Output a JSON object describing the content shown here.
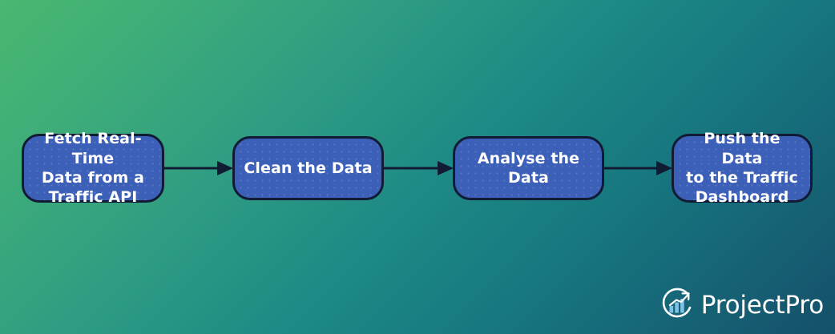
{
  "background": {
    "gradient_from": "#49b870",
    "gradient_mid": "#1e8a85",
    "gradient_to": "#15506b",
    "direction": "135deg"
  },
  "diagram": {
    "type": "horizontal-flowchart",
    "node_fill": "#3c60b8",
    "node_border": "#111b33",
    "node_text_color": "#ffffff",
    "connector_color": "#111b33",
    "nodes": [
      {
        "id": "fetch",
        "label": "Fetch Real-Time\nData from a\nTraffic API"
      },
      {
        "id": "clean",
        "label": "Clean the Data"
      },
      {
        "id": "analyse",
        "label": "Analyse the Data"
      },
      {
        "id": "push",
        "label": "Push the Data\nto the Traffic\nDashboard"
      }
    ],
    "connectors": [
      {
        "from": "fetch",
        "to": "clean",
        "style": "arrow-right"
      },
      {
        "from": "clean",
        "to": "analyse",
        "style": "arrow-right"
      },
      {
        "from": "analyse",
        "to": "push",
        "style": "arrow-right"
      }
    ]
  },
  "logo": {
    "text": "ProjectPro",
    "icon": "chart-growth-circle-icon",
    "bar_color": "#7fc3e8",
    "ring_color": "#ffffff"
  }
}
